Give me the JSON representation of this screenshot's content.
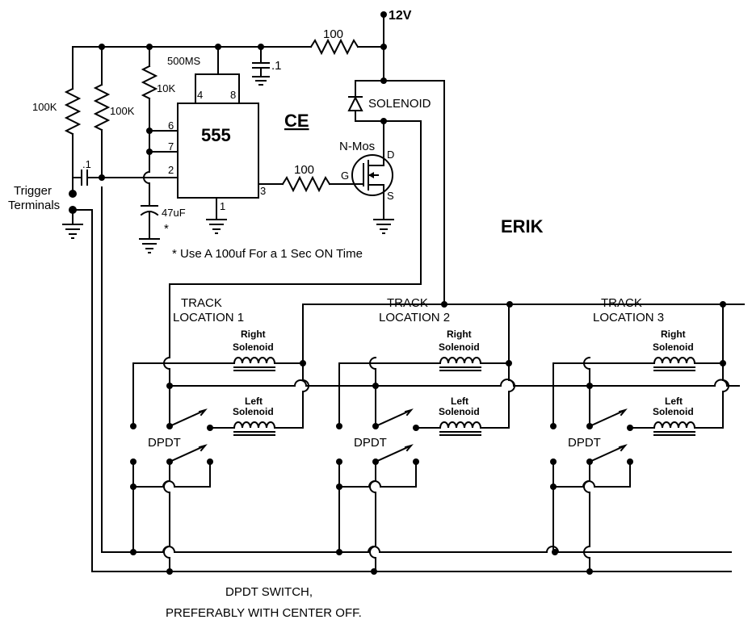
{
  "supply": {
    "voltage": "12V"
  },
  "timer": {
    "chip": "555",
    "pins": {
      "p4": "4",
      "p8": "8",
      "p6": "6",
      "p7": "7",
      "p2": "2",
      "p3": "3",
      "p1": "1"
    },
    "pulse_label": "500MS",
    "r_pullup_a": "100K",
    "r_pullup_b": "100K",
    "r_timing": "10K",
    "c_coupling": ".1",
    "c_timing": "47uF",
    "c_bypass": ".1",
    "r_supply": "100",
    "r_gate": "100",
    "note_star": "*",
    "note": "* Use A 100uf For  a 1 Sec ON Time"
  },
  "mosfet": {
    "label": "N-Mos",
    "drain": "D",
    "gate": "G",
    "source": "S"
  },
  "solenoid_label": "SOLENOID",
  "ce_mark": "CE",
  "trigger": {
    "line1": "Trigger",
    "line2": "Terminals"
  },
  "author": "ERIK",
  "tracks": [
    {
      "title1": "TRACK",
      "title2": "LOCATION  1",
      "right1": "Right",
      "right2": "Solenoid",
      "left1": "Left",
      "left2": "Solenoid",
      "switch": "DPDT"
    },
    {
      "title1": "TRACK",
      "title2": "LOCATION  2",
      "right1": "Right",
      "right2": "Solenoid",
      "left1": "Left",
      "left2": "Solenoid",
      "switch": "DPDT"
    },
    {
      "title1": "TRACK",
      "title2": "LOCATION  3",
      "right1": "Right",
      "right2": "Solenoid",
      "left1": "Left",
      "left2": "Solenoid",
      "switch": "DPDT"
    }
  ],
  "footer": {
    "line1": "DPDT SWITCH,",
    "line2": "PREFERABLY  WITH  CENTER OFF."
  }
}
